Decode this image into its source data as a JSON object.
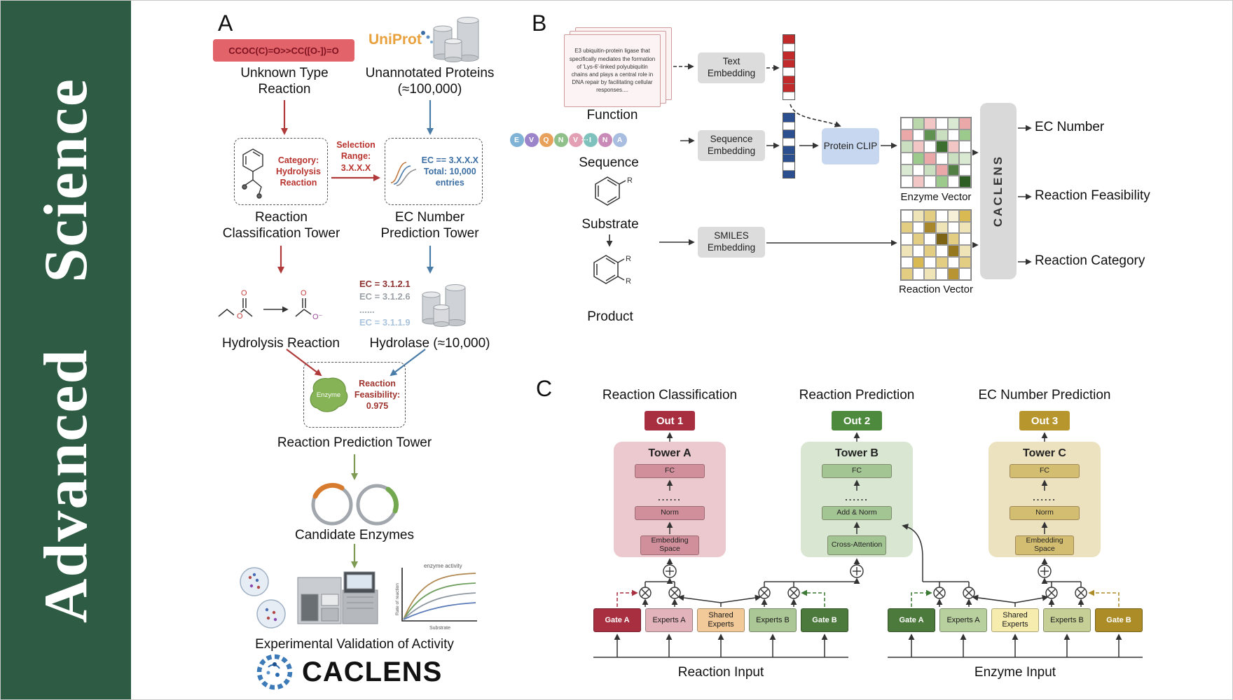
{
  "journal": {
    "title": "Advanced Science"
  },
  "colors": {
    "banner_green": "#2e5b43",
    "smiles_red_bg": "#e2636a",
    "red_accent": "#b03a3a",
    "blue_accent": "#4a7ca8",
    "green_accent": "#7d9b52",
    "out1": "#a72f3f",
    "out2": "#4e8a3e",
    "out3": "#b8962e"
  },
  "panelA": {
    "label": "A",
    "smiles_box": "CCOC(C)=O>>CC([O-])=O",
    "unknown_reaction_label": "Unknown Type Reaction",
    "uniprot_logo": "UniProt",
    "unannotated_label": "Unannotated Proteins (≈100,000)",
    "category_box": "Category: Hydrolysis Reaction",
    "selection_label": "Selection Range: 3.X.X.X",
    "ec_box": "EC == 3.X.X.X Total: 10,000 entries",
    "classification_tower_label": "Reaction Classification Tower",
    "ec_tower_label": "EC Number Prediction Tower",
    "hydrolysis_label": "Hydrolysis Reaction",
    "ec_list": [
      "EC = 3.1.2.1",
      "EC = 3.1.2.6",
      "......",
      "EC = 3.1.1.9"
    ],
    "hydrolase_label": "Hydrolase (≈10,000)",
    "enzyme_blob": "Enzyme",
    "feasibility_box": "Reaction Feasibility: 0.975",
    "prediction_tower_label": "Reaction Prediction Tower",
    "candidate_label": "Candidate Enzymes",
    "validation_label": "Experimental Validation of Activity",
    "caclens_logo": "CACLENS",
    "atom_o": "O",
    "atom_o_minus": "O⁻",
    "graph": {
      "top": "enzyme activity",
      "y": "Rate of reaction",
      "x": "Substrate"
    }
  },
  "panelB": {
    "label": "B",
    "function_card_text": "E3 ubiquitin-protein ligase that specifically mediates the formation of 'Lys-6'-linked polyubiquitin chains and plays a central role in DNA repair by facilitating cellular responses....",
    "function_label": "Function",
    "sequence_label": "Sequence",
    "substrate_label": "Substrate",
    "product_label": "Product",
    "r_label": "R",
    "ellipsis": "···",
    "sequence_letters": [
      "E",
      "V",
      "Q",
      "N",
      "V",
      "I",
      "N",
      "A"
    ],
    "sequence_colors": [
      "#7fb3d5",
      "#9b84c9",
      "#e8a15a",
      "#8fc08a",
      "#e3a0b4",
      "#7fc2bd",
      "#c98ab8",
      "#a8bde0"
    ],
    "text_embedding_label": "Text Embedding",
    "sequence_embedding_label": "Sequence Embedding",
    "smiles_embedding_label": "SMILES Embedding",
    "protein_clip_label": "Protein CLIP",
    "enzyme_vector_label": "Enzyme Vector",
    "reaction_vector_label": "Reaction Vector",
    "caclens_label": "CACLENS",
    "output_ec": "EC Number",
    "output_feasibility": "Reaction Feasibility",
    "output_category": "Reaction Category",
    "text_vector_colors": [
      "#c22b2b",
      "#ffffff",
      "#c22b2b",
      "#c22b2b",
      "#ffffff",
      "#c22b2b",
      "#c22b2b",
      "#ffffff"
    ],
    "sequence_vector_colors": [
      "#2c4f8f",
      "#ffffff",
      "#2c4f8f",
      "#ffffff",
      "#2c4f8f",
      "#2c4f8f",
      "#ffffff",
      "#2c4f8f"
    ],
    "enzyme_vector_grid": [
      [
        "#ffffff",
        "#b9d7ab",
        "#f3c6c6",
        "#ffffff",
        "#daead2",
        "#eaa8a8"
      ],
      [
        "#eaa8a8",
        "#ffffff",
        "#5f9150",
        "#c9dfc0",
        "#ffffff",
        "#9cc98c"
      ],
      [
        "#c9dfc0",
        "#f3c6c6",
        "#ffffff",
        "#3c6e2f",
        "#f3c6c6",
        "#ffffff"
      ],
      [
        "#ffffff",
        "#9cc98c",
        "#eaa8a8",
        "#ffffff",
        "#c9dfc0",
        "#daead2"
      ],
      [
        "#daead2",
        "#ffffff",
        "#c9dfc0",
        "#eaa8a8",
        "#527f43",
        "#ffffff"
      ],
      [
        "#ffffff",
        "#f3c6c6",
        "#ffffff",
        "#9cc98c",
        "#ffffff",
        "#2f5e24"
      ]
    ],
    "reaction_vector_grid": [
      [
        "#ffffff",
        "#efe3b8",
        "#e3cd82",
        "#ffffff",
        "#f7f0d8",
        "#d9b952"
      ],
      [
        "#e3cd82",
        "#ffffff",
        "#a8862a",
        "#efe3b8",
        "#ffffff",
        "#efe3b8"
      ],
      [
        "#ffffff",
        "#e3cd82",
        "#ffffff",
        "#7c6414",
        "#e3cd82",
        "#ffffff"
      ],
      [
        "#efe3b8",
        "#ffffff",
        "#e3cd82",
        "#ffffff",
        "#96781e",
        "#efe3b8"
      ],
      [
        "#ffffff",
        "#d9b952",
        "#ffffff",
        "#e3cd82",
        "#ffffff",
        "#e3cd82"
      ],
      [
        "#e3cd82",
        "#ffffff",
        "#efe3b8",
        "#ffffff",
        "#b89432",
        "#ffffff"
      ]
    ]
  },
  "panelC": {
    "label": "C",
    "col1_title": "Reaction Classification",
    "col2_title": "Reaction Prediction",
    "col3_title": "EC Number Prediction",
    "out1": "Out 1",
    "out2": "Out 2",
    "out3": "Out 3",
    "towerA": "Tower A",
    "towerB": "Tower B",
    "towerC": "Tower C",
    "fc": "FC",
    "dots": "......",
    "norm": "Norm",
    "add_norm": "Add & Norm",
    "embedding_space": "Embedding Space",
    "cross_attention": "Cross-Attention",
    "gate_a": "Gate A",
    "experts_a": "Experts A",
    "shared_experts": "Shared Experts",
    "experts_b": "Experts B",
    "gate_b": "Gate B",
    "reaction_input": "Reaction Input",
    "enzyme_input": "Enzyme Input"
  }
}
